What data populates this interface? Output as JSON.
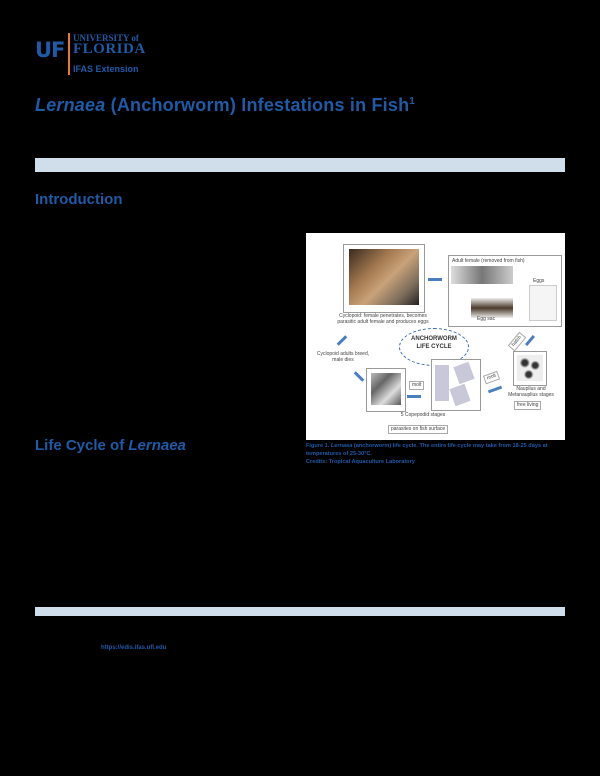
{
  "logo": {
    "mark": "UF",
    "university_line1": "UNIVERSITY of",
    "university_line2": "FLORIDA",
    "sub": "IFAS Extension",
    "brand_blue": "#1F5AA6",
    "brand_orange": "#E8782A"
  },
  "document": {
    "title_italic": "Lernaea",
    "title_rest": " (Anchorworm) Infestations in Fish",
    "title_footnote": "1",
    "band_color": "#D0DEEC",
    "sections": [
      {
        "heading": "Introduction"
      },
      {
        "heading_prefix": "Life Cycle of ",
        "heading_italic": "Lernaea"
      }
    ],
    "figure": {
      "labels": {
        "adult_female": "Adult female (removed from fish)",
        "eggs": "Eggs",
        "egg_sac": "Egg sac",
        "copepodid_female": "Cyclopoid: female penetrates, becomes",
        "copepodid_female_2": "parasitic adult female and produces eggs",
        "cyclopoid_adults": "Cyclopoid adults breed,",
        "cyclopoid_adults_2": "male dies",
        "center_line1": "ANCHORWORM",
        "center_line2": "LIFE CYCLE",
        "molt1": "molt",
        "molt2": "molt",
        "hatch": "hatch",
        "nauplius": "Nauplius and",
        "nauplius_2": "Metanauplius stages",
        "free_living": "free living",
        "copepodid_stages": "5 Copepodid stages",
        "parasites_surface": "parasites on fish surface"
      }
    },
    "caption": {
      "prefix": "Figure 1. ",
      "italic": "Lernaea",
      "text": " (anchorworm) life cycle. The entire life cycle may take from 18-25 days at temperatures of 25-30°C.",
      "credits": "Credits: Tropical Aquaculture Laboratory"
    },
    "footer_link": "https://edis.ifas.ufl.edu"
  }
}
